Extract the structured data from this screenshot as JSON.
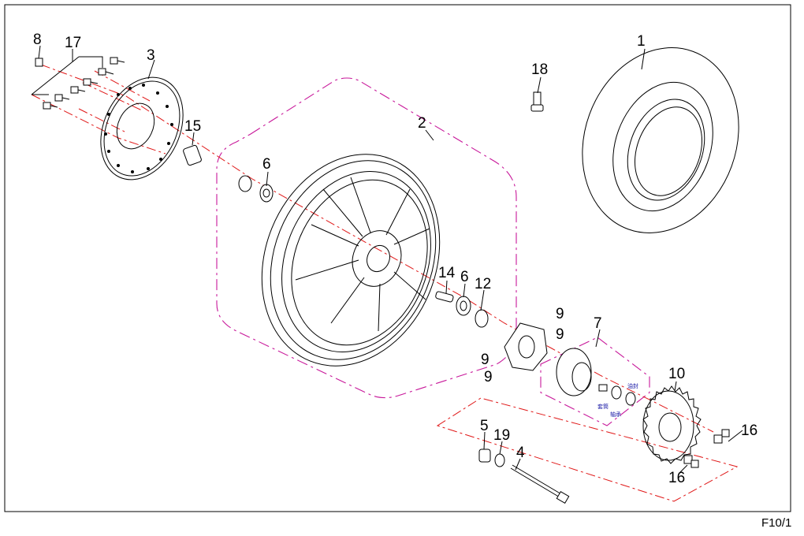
{
  "diagram": {
    "part_labels": [
      {
        "id": "p1",
        "text": "1"
      },
      {
        "id": "p2",
        "text": "2"
      },
      {
        "id": "p3",
        "text": "3"
      },
      {
        "id": "p4",
        "text": "4"
      },
      {
        "id": "p5",
        "text": "5"
      },
      {
        "id": "p6a",
        "text": "6"
      },
      {
        "id": "p6b",
        "text": "6"
      },
      {
        "id": "p7",
        "text": "7"
      },
      {
        "id": "p8",
        "text": "8"
      },
      {
        "id": "p9a",
        "text": "9"
      },
      {
        "id": "p9b",
        "text": "9"
      },
      {
        "id": "p9c",
        "text": "9"
      },
      {
        "id": "p9d",
        "text": "9"
      },
      {
        "id": "p10",
        "text": "10"
      },
      {
        "id": "p12",
        "text": "12"
      },
      {
        "id": "p14",
        "text": "14"
      },
      {
        "id": "p15",
        "text": "15"
      },
      {
        "id": "p16a",
        "text": "16"
      },
      {
        "id": "p16b",
        "text": "16"
      },
      {
        "id": "p17",
        "text": "17"
      },
      {
        "id": "p18",
        "text": "18"
      },
      {
        "id": "p19",
        "text": "19"
      }
    ],
    "sub_labels": {
      "oil_seal": "油封",
      "collar": "套筒",
      "bearing": "轴承"
    },
    "page_ref": "F10/1",
    "colors": {
      "group_outline": "#c8189a",
      "axis_line": "#e01818",
      "annotation": "#1a1aa6",
      "line": "#000000"
    }
  }
}
